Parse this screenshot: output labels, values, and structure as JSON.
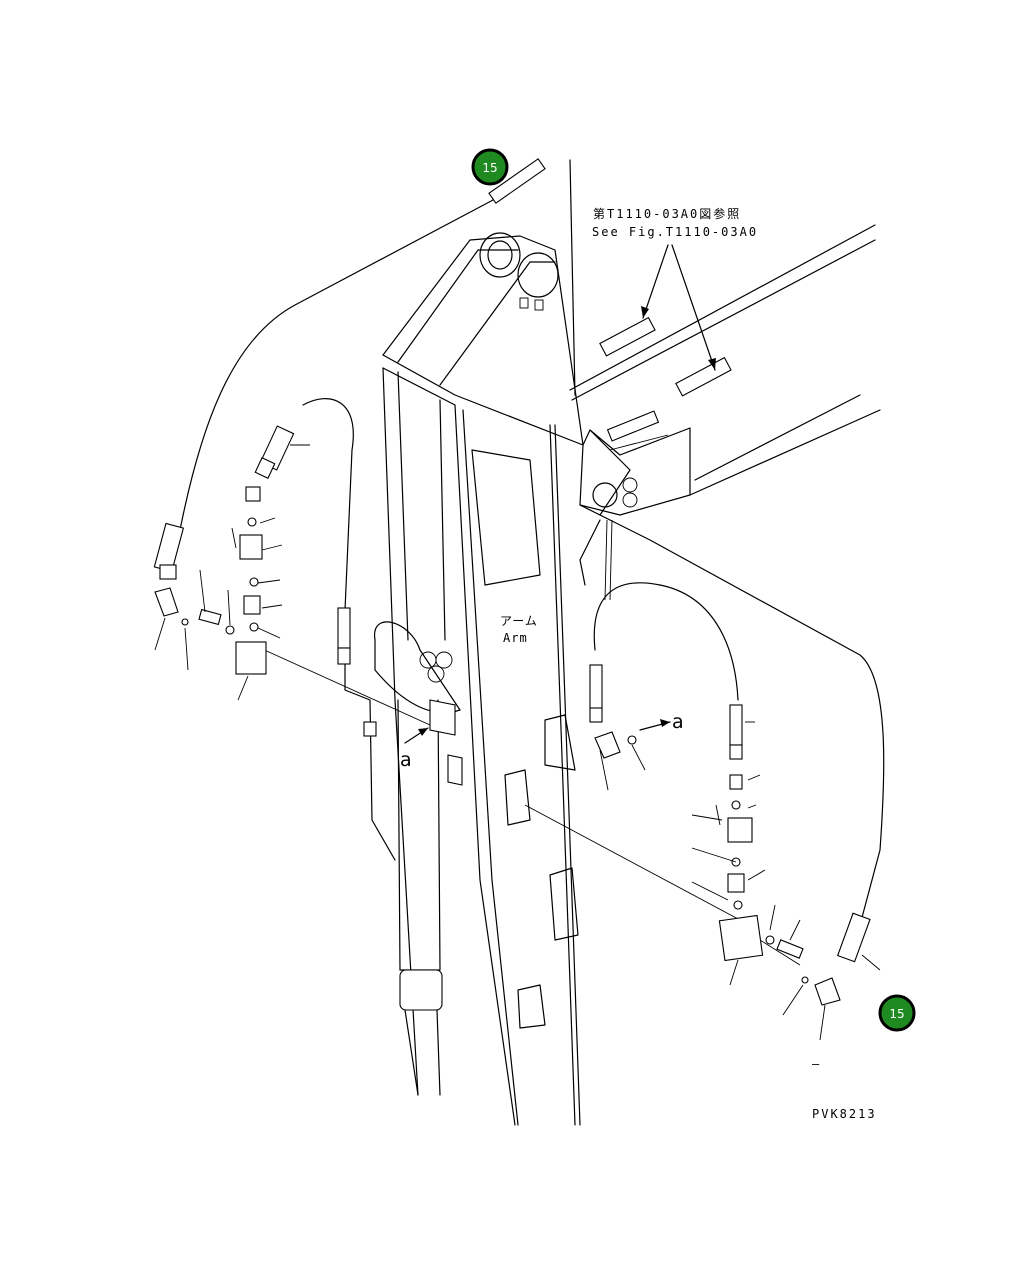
{
  "reference_note": {
    "japanese": "第T1110-03A0図参照",
    "english": "See Fig.T1110-03A0"
  },
  "arm_label": {
    "japanese": "アーム",
    "english": "Arm"
  },
  "view_marker": "a",
  "figure_code": "PVK8213",
  "badges": [
    {
      "text": "15",
      "color": "#1f8a1f"
    },
    {
      "text": "15",
      "color": "#1f8a1f"
    }
  ],
  "stray_dash": "–"
}
